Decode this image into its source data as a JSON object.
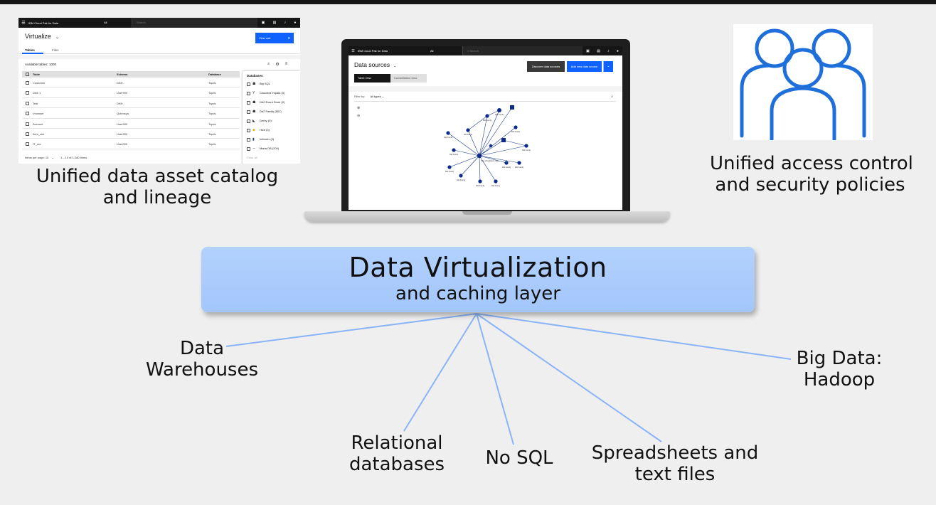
{
  "virtualize_screen": {
    "header": {
      "brand": "IBM Cloud Pak for Data",
      "scope": "All",
      "search_placeholder": "Search"
    },
    "title": "Virtualize",
    "view_cart_label": "View cart",
    "tabs": [
      "Tables",
      "Files"
    ],
    "available_tables": "Available tables: 1000",
    "columns": [
      "Table",
      "Schema",
      "Database"
    ],
    "rows": [
      {
        "table": "Customer",
        "schema": "DKN",
        "database": "Tcpds"
      },
      {
        "table": "view 1",
        "schema": "User999",
        "database": "Tcpds"
      },
      {
        "table": "Test",
        "schema": "DKN",
        "database": "Tcpds"
      },
      {
        "table": "Vnowser",
        "schema": "Qoleosya",
        "database": "Tcpds"
      },
      {
        "table": "Account",
        "schema": "User999",
        "database": "Tcpds"
      },
      {
        "table": "Item_cke",
        "schema": "User999",
        "database": "Tcpds"
      },
      {
        "table": "IT_csv",
        "schema": "User000",
        "database": "Tcpds"
      }
    ],
    "pager": {
      "items_per_page": "Items per page: 10",
      "range": "1 – 10 of 1,280 items"
    },
    "databases_panel": {
      "title": "Databases",
      "items": [
        "Big SQL",
        "Cloudera Impala (0)",
        "Db2 Event Store (0)",
        "Db2 Family (801)",
        "Derby (0)",
        "Hive (0)",
        "Informix (0)",
        "Maria DB (200)"
      ],
      "clear_label": "Clear all"
    }
  },
  "data_sources_screen": {
    "header": {
      "brand": "IBM Cloud Pak for Data",
      "scope": "All",
      "search_placeholder": "Search"
    },
    "title": "Data sources",
    "discover_button": "Discover data sources",
    "add_button": "Add new data source",
    "views": [
      "Table view",
      "Constellation view"
    ],
    "filter_label": "Filter by:",
    "filter_value": "All types",
    "graph_center_label": "Data Virtualization node",
    "graph_node_label": "Db2 Family"
  },
  "captions": {
    "catalog_line1": "Unified data asset catalog",
    "catalog_line2": "and lineage",
    "access_line1": "Unified access control",
    "access_line2": "and security policies"
  },
  "center_box": {
    "title": "Data Virtualization",
    "subtitle": "and caching layer"
  },
  "sources": {
    "warehouses_line1": "Data",
    "warehouses_line2": "Warehouses",
    "relational_line1": "Relational",
    "relational_line2": "databases",
    "nosql": "No SQL",
    "spreadsheets_line1": "Spreadsheets and",
    "spreadsheets_line2": "text files",
    "bigdata_line1": "Big Data:",
    "bigdata_line2": "Hadoop"
  },
  "colors": {
    "box_fill": "#a8c9fb",
    "connector": "#8ab4f8",
    "icon_blue": "#1e6fd9",
    "node_blue": "#0b2a8c",
    "ibm_blue": "#0f62fe"
  }
}
